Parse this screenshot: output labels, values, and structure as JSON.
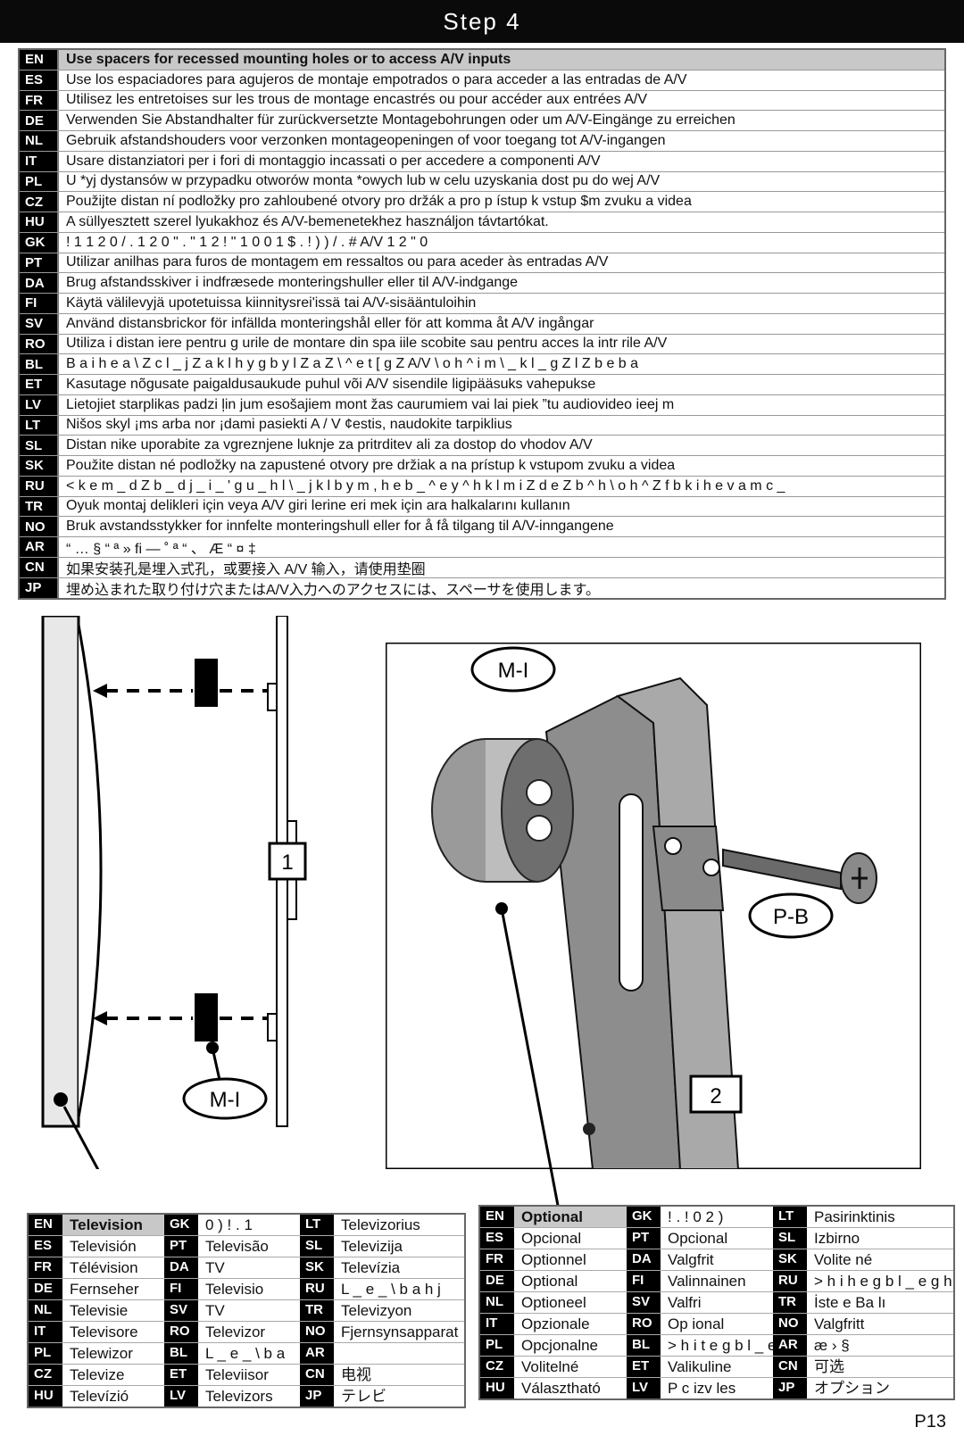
{
  "header": {
    "title": "Step 4"
  },
  "instructions": [
    {
      "code": "EN",
      "text": "Use spacers for recessed mounting holes or to access A/V inputs"
    },
    {
      "code": "ES",
      "text": "Use los espaciadores para agujeros de montaje empotrados o para acceder a las entradas de A/V"
    },
    {
      "code": "FR",
      "text": "Utilisez les entretoises sur les trous de montage encastrés ou pour accéder aux entrées A/V"
    },
    {
      "code": "DE",
      "text": "Verwenden Sie Abstandhalter für zurückversetzte Montagebohrungen oder um A/V-Eingänge zu erreichen"
    },
    {
      "code": "NL",
      "text": "Gebruik afstandshouders voor verzonken montageopeningen of voor toegang tot A/V-ingangen"
    },
    {
      "code": "IT",
      "text": "Usare distanziatori per i fori di montaggio incassati o per accedere a componenti A/V"
    },
    {
      "code": "PL",
      "text": "U *yj dystansów w przypadku otworów monta *owych lub w celu uzyskania dost  pu do wej    A/V"
    },
    {
      "code": "CZ",
      "text": "Použijte distan  ní podložky pro zahloubené otvory pro držák a pro p ístup k vstup $m zvuku a videa"
    },
    {
      "code": "HU",
      "text": "A süllyesztett szerel  lyukakhoz és A/V-bemenetekhez használjon távtartókat."
    },
    {
      "code": "GK",
      "text": "  !  1        1 2 0  /  . 1 2     0   \"       .       \"  1 2  !      \"  1 0 0 1   $            .  ! ) ) /  . # A/V  1 2   \"  0"
    },
    {
      "code": "PT",
      "text": "Utilizar anilhas para furos de montagem em ressaltos ou para aceder às entradas A/V"
    },
    {
      "code": "DA",
      "text": "Brug afstandsskiver i indfræsede monteringshuller eller til A/V-indgange"
    },
    {
      "code": "FI",
      "text": "Käytä välilevyjä upotetuissa kiinnitysrei'issä tai A/V-sisääntuloihin"
    },
    {
      "code": "SV",
      "text": "Använd distansbrickor för infällda monteringshål eller för att komma åt A/V ingångar"
    },
    {
      "code": "RO",
      "text": "Utiliza i distan iere pentru g  urile de montare din spa iile scobite sau pentru acces la intr  rile A/V"
    },
    {
      "code": "BL",
      "text": "  B  a  i  h  e  a  \\  Z  c  l  _  j  Z  a  k  l  h  y  g  b  y  l  Z   a  Z   \\  ^  e  t  [  g  Z A/V  \\  o  h  ^  i  m  \\  _  k  l  _   g  Z  l  Z   b  e  b   a"
    },
    {
      "code": "ET",
      "text": "Kasutage nõgusate paigaldusaukude puhul või A/V sisendile ligipääsuks vahepukse"
    },
    {
      "code": "LV",
      "text": "Lietojiet starplikas padzi ļin  jum    esošajiem mont   žas caurumiem vai lai piek  ”tu audiovideo ieej   m"
    },
    {
      "code": "LT",
      "text": "Nišos skyl ¡ms arba nor ¡dami pasiekti A / V  ¢estis, naudokite tarpiklius"
    },
    {
      "code": "SL",
      "text": "Distan  nike uporabite za vgreznjene luknje za pritrditev ali za dostop do vhodov A/V"
    },
    {
      "code": "SK",
      "text": "Použite distan  né podložky na zapustené otvory pre držiak a na prístup k vstupom zvuku a videa"
    },
    {
      "code": "RU",
      "text": "  <  k  e  m  _ d Z  b  _ d j  _ i  _ ' g  u  _   h l \\ _ j k l b y  m ,  h e b  _ ^  e y  ^ h k l m i Z   d   e  Z  b  ^ h  \\ o h ^ Z f   b k i h e v a m c  _"
    },
    {
      "code": "TR",
      "text": "Oyuk montaj delikleri için veya A/V giri  lerine eri  mek için ara halkalarını kullanın"
    },
    {
      "code": "NO",
      "text": "Bruk avstandsstykker for innfelte monteringshull eller for å få tilgang til A/V-inngangene"
    },
    {
      "code": "AR",
      "text": "   “        …    §   “  ª       »          fi       —           ˚  ª      “    、   Æ  “  ¤    ‡"
    },
    {
      "code": "CN",
      "text": "如果安装孔是埋入式孔，或要接入 A/V 输入，请使用垫圈"
    },
    {
      "code": "JP",
      "text": "埋め込まれた取り付け穴またはA/V入力へのアクセスには、スペーサを使用します。"
    }
  ],
  "diagram": {
    "left_label_spacer": "M-I",
    "left_label_number": "1",
    "right_label_spacer": "M-I",
    "right_label_bolt": "P-B",
    "right_label_number": "2"
  },
  "legend_television": [
    [
      {
        "code": "EN",
        "text": "Television"
      },
      {
        "code": "GK",
        "text": "    0 ) ! . 1"
      },
      {
        "code": "LT",
        "text": "Televizorius"
      }
    ],
    [
      {
        "code": "ES",
        "text": "Televisión"
      },
      {
        "code": "PT",
        "text": "Televisão"
      },
      {
        "code": "SL",
        "text": "Televizija"
      }
    ],
    [
      {
        "code": "FR",
        "text": "Télévision"
      },
      {
        "code": "DA",
        "text": "TV"
      },
      {
        "code": "SK",
        "text": "Televízia"
      }
    ],
    [
      {
        "code": "DE",
        "text": "Fernseher"
      },
      {
        "code": "FI",
        "text": "Televisio"
      },
      {
        "code": "RU",
        "text": "L _ e _ \\ b a h j"
      }
    ],
    [
      {
        "code": "NL",
        "text": "Televisie"
      },
      {
        "code": "SV",
        "text": "TV"
      },
      {
        "code": "TR",
        "text": "Televizyon"
      }
    ],
    [
      {
        "code": "IT",
        "text": "Televisore"
      },
      {
        "code": "RO",
        "text": "Televizor"
      },
      {
        "code": "NO",
        "text": "Fjernsynsapparat"
      }
    ],
    [
      {
        "code": "PL",
        "text": "Telewizor"
      },
      {
        "code": "BL",
        "text": "L _ e _ \\ b a"
      },
      {
        "code": "AR",
        "text": ""
      }
    ],
    [
      {
        "code": "CZ",
        "text": "Televize"
      },
      {
        "code": "ET",
        "text": "Televiisor"
      },
      {
        "code": "CN",
        "text": "电视"
      }
    ],
    [
      {
        "code": "HU",
        "text": "Televízió"
      },
      {
        "code": "LV",
        "text": "Televizors"
      },
      {
        "code": "JP",
        "text": "テレビ"
      }
    ]
  ],
  "legend_optional": [
    [
      {
        "code": "EN",
        "text": "Optional"
      },
      {
        "code": "GK",
        "text": "  ! . ! 0 2   )"
      },
      {
        "code": "LT",
        "text": "Pasirinktinis"
      }
    ],
    [
      {
        "code": "ES",
        "text": "Opcional"
      },
      {
        "code": "PT",
        "text": "Opcional"
      },
      {
        "code": "SL",
        "text": "Izbirno"
      }
    ],
    [
      {
        "code": "FR",
        "text": "Optionnel"
      },
      {
        "code": "DA",
        "text": "Valgfrit"
      },
      {
        "code": "SK",
        "text": "Volite né"
      }
    ],
    [
      {
        "code": "DE",
        "text": "Optional"
      },
      {
        "code": "FI",
        "text": "Valinnainen"
      },
      {
        "code": "RU",
        "text": "> h i h e g b l _ e g h"
      }
    ],
    [
      {
        "code": "NL",
        "text": "Optioneel"
      },
      {
        "code": "SV",
        "text": "Valfri"
      },
      {
        "code": "TR",
        "text": "İste e Ba lı"
      }
    ],
    [
      {
        "code": "IT",
        "text": "Opzionale"
      },
      {
        "code": "RO",
        "text": "Op ional"
      },
      {
        "code": "NO",
        "text": "Valgfritt"
      }
    ],
    [
      {
        "code": "PL",
        "text": "Opcjonalne"
      },
      {
        "code": "BL",
        "text": "> h i t e g b l _ e"
      },
      {
        "code": "AR",
        "text": "æ ›      §"
      }
    ],
    [
      {
        "code": "CZ",
        "text": "Volitelné"
      },
      {
        "code": "ET",
        "text": "Valikuline"
      },
      {
        "code": "CN",
        "text": "可选"
      }
    ],
    [
      {
        "code": "HU",
        "text": "Választható"
      },
      {
        "code": "LV",
        "text": "P  c izv  les"
      },
      {
        "code": "JP",
        "text": "オプション"
      }
    ]
  ],
  "footer": {
    "page": "P13"
  },
  "colors": {
    "header_bg": "#0a0a0a",
    "highlight": "#c8c8c8",
    "metal": "#8d8d8d",
    "spacer": "#9a9a9a"
  }
}
